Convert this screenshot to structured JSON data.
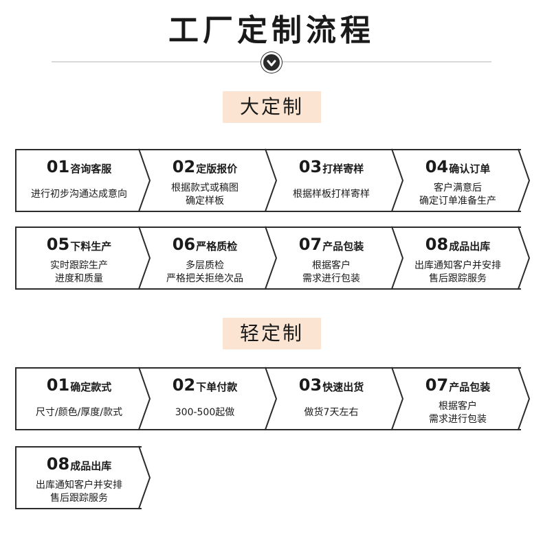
{
  "header": {
    "title": "工厂定制流程"
  },
  "sections": [
    {
      "label": "大定制",
      "steps": [
        {
          "num": "01",
          "title": "咨询客服",
          "desc": [
            "进行初步沟通达成意向"
          ]
        },
        {
          "num": "02",
          "title": "定版报价",
          "desc": [
            "根据款式或稿图",
            "确定样板"
          ]
        },
        {
          "num": "03",
          "title": "打样寄样",
          "desc": [
            "根据样板打样寄样"
          ]
        },
        {
          "num": "04",
          "title": "确认订单",
          "desc": [
            "客户满意后",
            "确定订单准备生产"
          ]
        },
        {
          "num": "05",
          "title": "下料生产",
          "desc": [
            "实时跟踪生产",
            "进度和质量"
          ]
        },
        {
          "num": "06",
          "title": "严格质检",
          "desc": [
            "多层质检",
            "严格把关拒绝次品"
          ]
        },
        {
          "num": "07",
          "title": "产品包装",
          "desc": [
            "根据客户",
            "需求进行包装"
          ]
        },
        {
          "num": "08",
          "title": "成品出库",
          "desc": [
            "出库通知客户并安排",
            "售后跟踪服务"
          ]
        }
      ]
    },
    {
      "label": "轻定制",
      "steps": [
        {
          "num": "01",
          "title": "确定款式",
          "desc": [
            "尺寸/颜色/厚度/款式"
          ]
        },
        {
          "num": "02",
          "title": "下单付款",
          "desc": [
            "300-500起做"
          ]
        },
        {
          "num": "03",
          "title": "快速出货",
          "desc": [
            "做货7天左右"
          ]
        },
        {
          "num": "07",
          "title": "产品包装",
          "desc": [
            "根据客户",
            "需求进行包装"
          ]
        },
        {
          "num": "08",
          "title": "成品出库",
          "desc": [
            "出库通知客户并安排",
            "售后跟踪服务"
          ]
        }
      ]
    }
  ]
}
